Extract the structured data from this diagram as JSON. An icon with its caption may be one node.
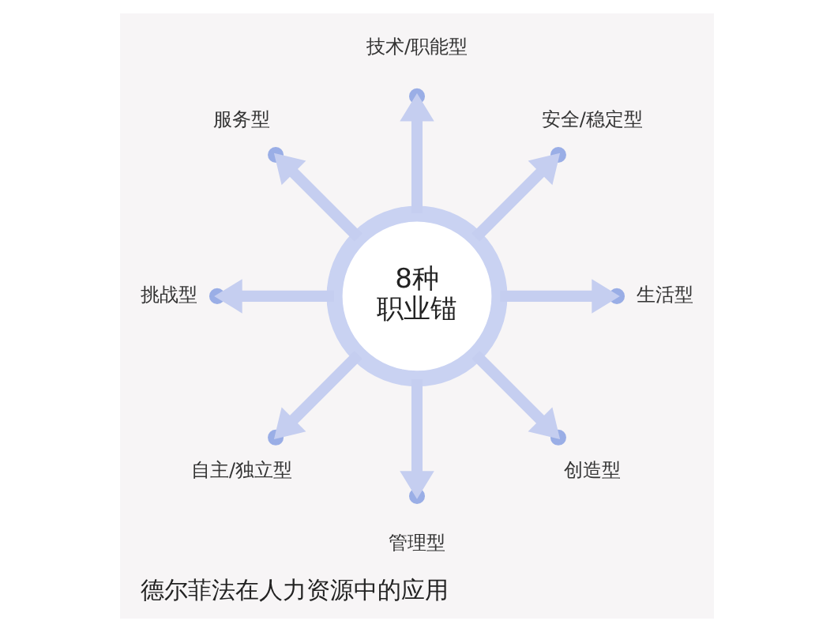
{
  "diagram": {
    "caption": "德尔菲法在人力资源中的应用",
    "nodes": [
      {
        "text": [
          "8种",
          "职业锚"
        ]
      },
      {
        "text": [],
        "shape": "circle",
        "beside": [
          "技术/职能型"
        ]
      },
      {
        "text": [],
        "shape": "circle",
        "beside": [
          "安全/稳定型"
        ]
      },
      {
        "text": [],
        "shape": "circle",
        "beside": [
          "生活型"
        ]
      },
      {
        "text": [],
        "shape": "circle",
        "beside": [
          "创造型"
        ]
      },
      {
        "text": [],
        "shape": "circle",
        "beside": [
          "管理型"
        ]
      },
      {
        "text": [],
        "shape": "circle",
        "beside": [
          "自主/独立型"
        ]
      },
      {
        "text": [],
        "shape": "circle",
        "beside": [
          "挑战型"
        ]
      },
      {
        "text": [],
        "shape": "circle",
        "beside": [
          "服务型"
        ]
      }
    ],
    "edges": [
      {
        "from": 0,
        "to": 1,
        "arrow": "to"
      },
      {
        "from": 0,
        "to": 2,
        "arrow": "to"
      },
      {
        "from": 0,
        "to": 3,
        "arrow": "to"
      },
      {
        "from": 0,
        "to": 4,
        "arrow": "to"
      },
      {
        "from": 0,
        "to": 5,
        "arrow": "to"
      },
      {
        "from": 0,
        "to": 6,
        "arrow": "to"
      },
      {
        "from": 0,
        "to": 7,
        "arrow": "to"
      },
      {
        "from": 0,
        "to": 8,
        "arrow": "to"
      }
    ]
  }
}
